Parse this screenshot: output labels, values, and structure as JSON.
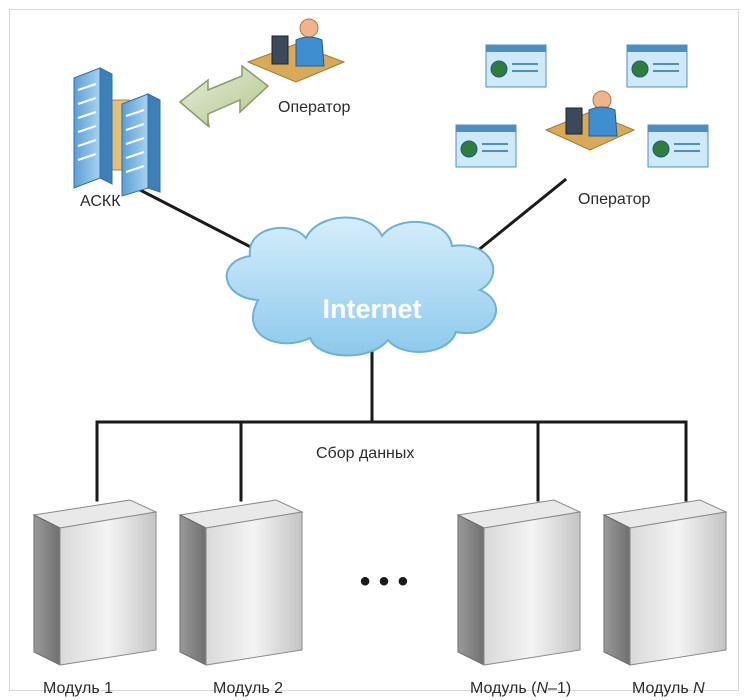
{
  "diagram": {
    "labels": {
      "server": "АСКК",
      "operator_left": "Оператор",
      "operator_right": "Оператор",
      "cloud": "Internet",
      "bus": "Сбор данных",
      "ellipsis": "• • •"
    },
    "modules": [
      {
        "prefix": "Модуль ",
        "italic": "",
        "suffix": "1"
      },
      {
        "prefix": "Модуль ",
        "italic": "",
        "suffix": "2"
      },
      {
        "prefix": "Модуль (",
        "italic": "N",
        "suffix": "–1)"
      },
      {
        "prefix": "Модуль ",
        "italic": "N",
        "suffix": ""
      }
    ],
    "colors": {
      "cloud": "#a9d8f1",
      "cloud_stroke": "#6fb1d6",
      "server": "#7fb8e2",
      "module": "#c8c8c8",
      "arrow": "#c9d8b0"
    }
  }
}
